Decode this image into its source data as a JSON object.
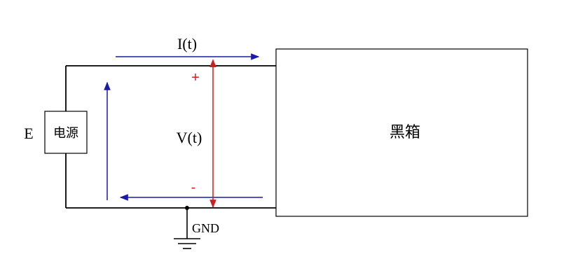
{
  "labels": {
    "current": "I(t)",
    "voltage": "V(t)",
    "source_label": "E",
    "source_box": "电源",
    "black_box": "黑箱",
    "ground": "GND",
    "plus": "+",
    "minus": "-"
  },
  "colors": {
    "wire": "#000000",
    "current_arrow": "#1a1aa8",
    "voltage_arrow": "#cc1f1f",
    "background": "#ffffff"
  }
}
